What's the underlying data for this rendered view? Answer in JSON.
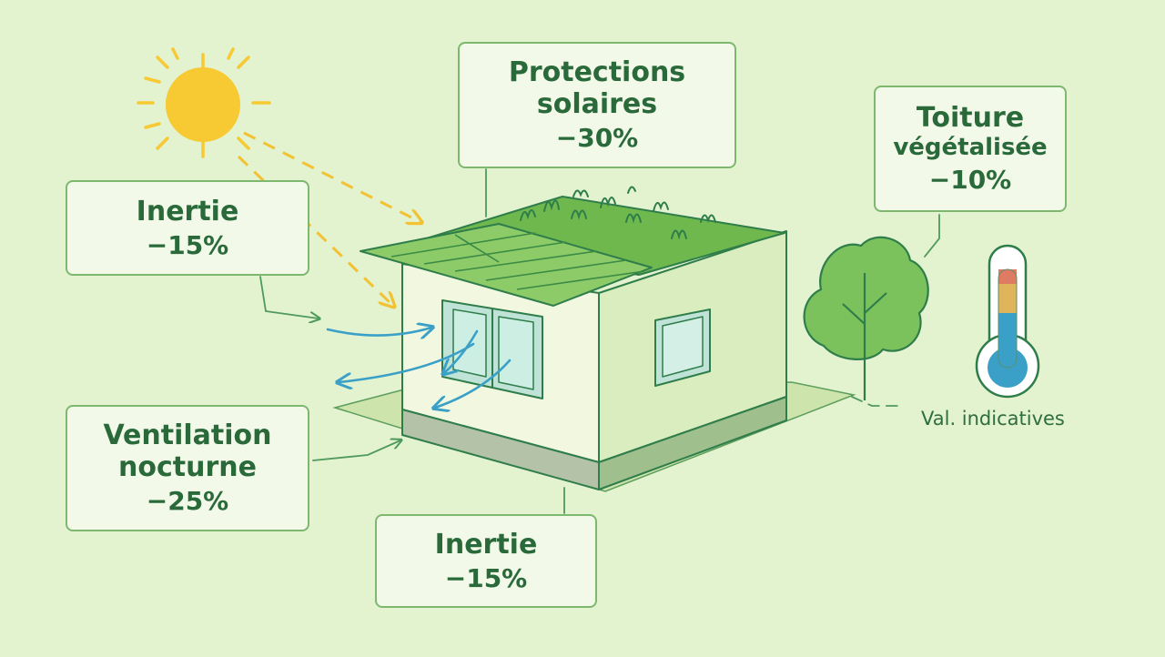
{
  "colors": {
    "background": "#e3f2cf",
    "outline": "#2e7d4a",
    "sun": "#f7c933",
    "airflow": "#3aa0c8",
    "wall": "#f1f8df",
    "roof": "#7fc15e",
    "box_border": "#7db86e",
    "text": "#2a6a3a"
  },
  "labels": {
    "protections": {
      "line1": "Protections",
      "line2": "solaires",
      "value": "−30%"
    },
    "toiture": {
      "line1": "Toiture",
      "line2": "végétalisée",
      "value": "−10%"
    },
    "inertie_top": {
      "line1": "Inertie",
      "value": "−15%"
    },
    "ventilation": {
      "line1": "Ventilation",
      "line2": "nocturne",
      "value": "−25%"
    },
    "inertie_bottom": {
      "line1": "Inertie",
      "value": "−15%"
    }
  },
  "note": "Val. indicatives",
  "thermometer": {
    "level": 0.6,
    "colors": [
      "#e07b63",
      "#e0b45a",
      "#3aa0c8"
    ]
  },
  "icons": [
    "sun-icon",
    "house-icon",
    "tree-icon",
    "thermometer-icon",
    "airflow-arrows"
  ]
}
